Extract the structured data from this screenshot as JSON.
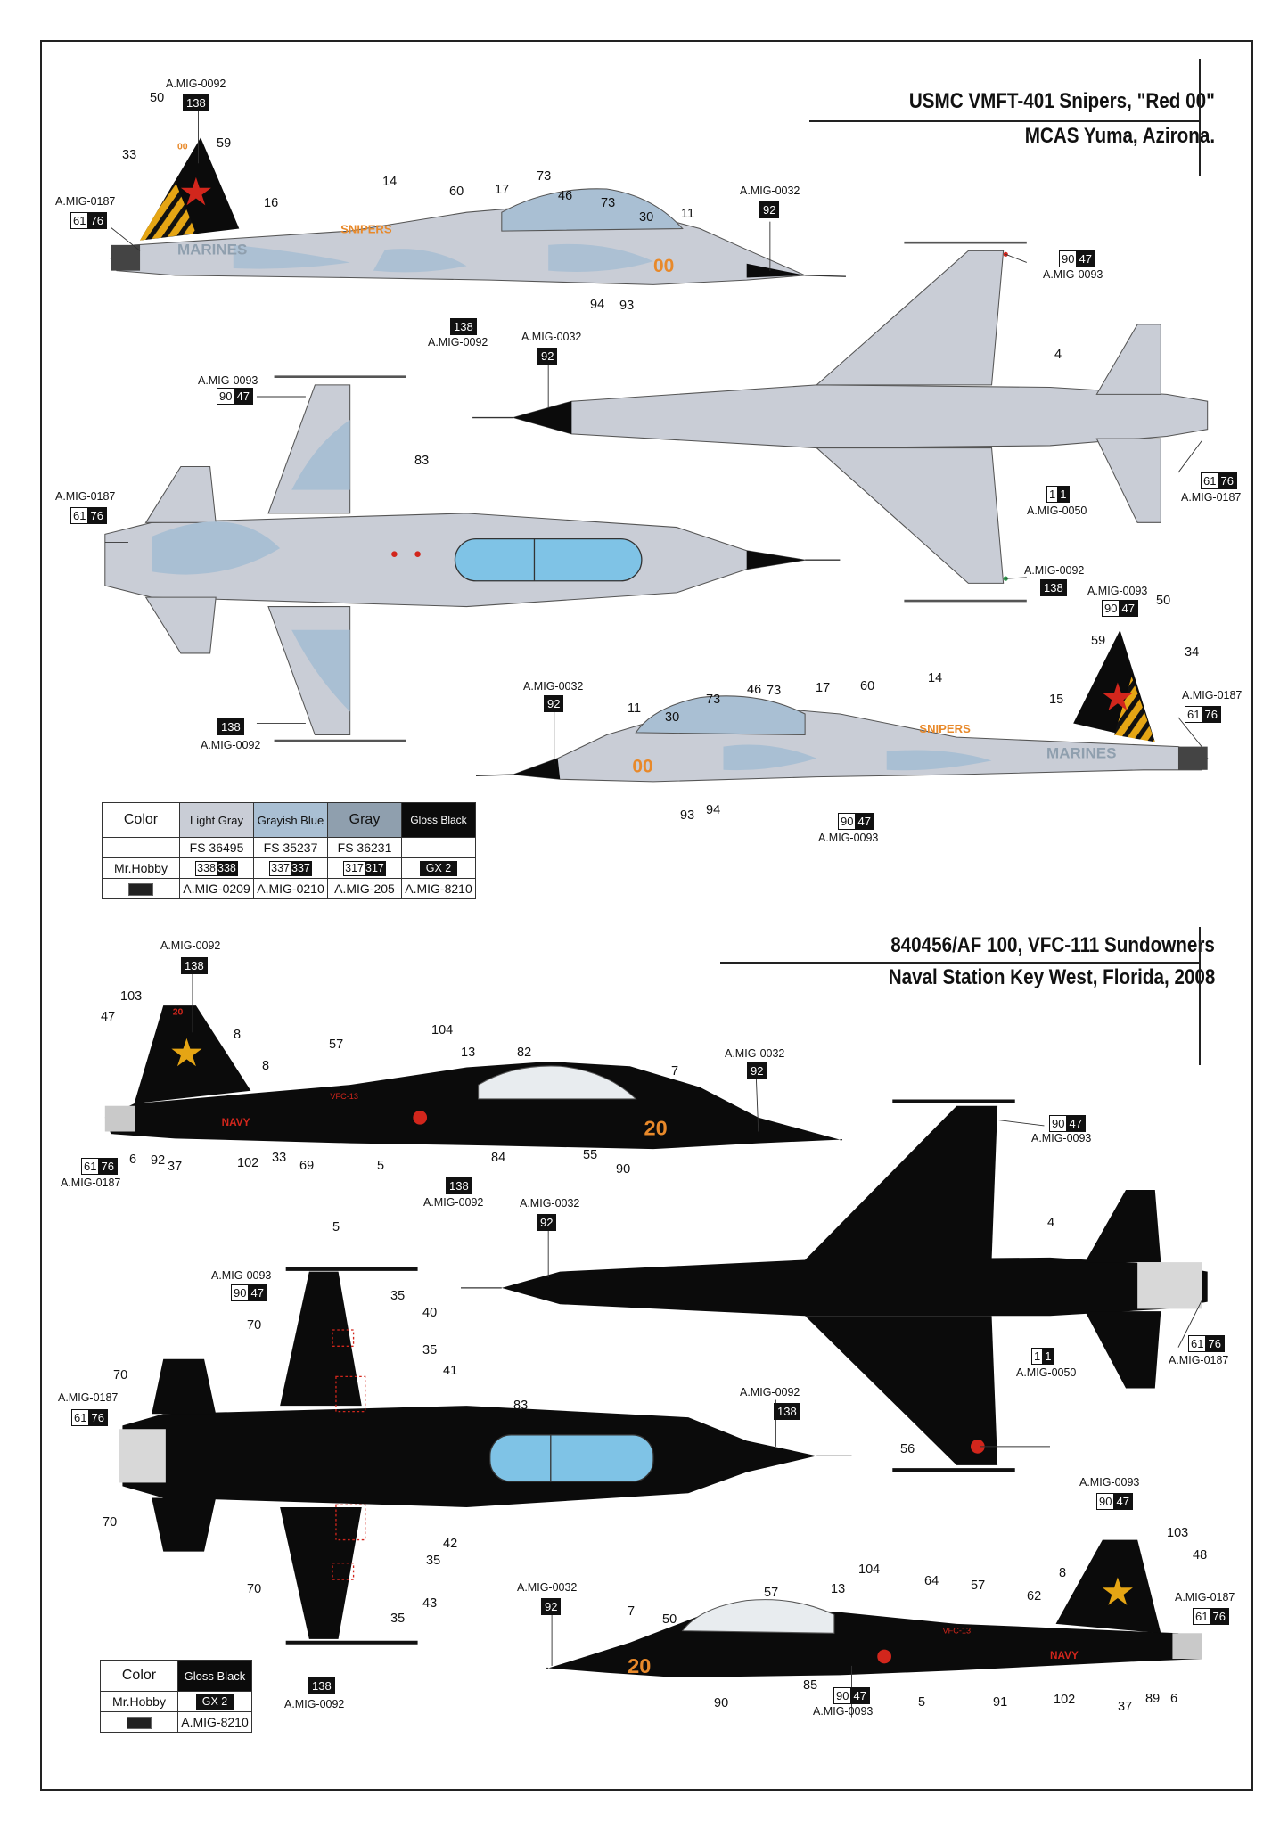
{
  "scheme1": {
    "title_line1": "USMC VMFT-401 Snipers, \"Red 00\"",
    "title_line2": "MCAS Yuma, Azirona.",
    "side_texts": {
      "unit": "SNIPERS",
      "service": "MARINES",
      "modex": "00",
      "tail": "00"
    }
  },
  "scheme2": {
    "title_line1": "840456/AF 100, VFC-111 Sundowners",
    "title_line2": "Naval Station Key West, Florida, 2008",
    "side_texts": {
      "unit": "VFC-13",
      "service": "NAVY",
      "modex": "20",
      "tail": "20"
    }
  },
  "colors": {
    "light_gray": "#c9cdd6",
    "grayish_blue": "#a9bfd3",
    "gray": "#8f9fae",
    "gloss_black": "#0b0b0b",
    "canopy": "#7fc3e6",
    "star_red": "#d2261c",
    "marking_orange": "#e8892a",
    "tiger_yellow": "#e5a514"
  },
  "callouts": [
    {
      "code": "A.MIG-0092",
      "chip": [
        "138"
      ]
    },
    {
      "code": "A.MIG-0187",
      "chip": [
        "61",
        "76"
      ]
    },
    {
      "code": "A.MIG-0032",
      "chip": [
        "92"
      ]
    },
    {
      "code": "A.MIG-0093",
      "chip": [
        "90",
        "47"
      ]
    },
    {
      "code": "A.MIG-0093",
      "chip": [
        "90",
        "47"
      ]
    },
    {
      "code": "A.MIG-0092",
      "chip": [
        "138"
      ]
    },
    {
      "code": "A.MIG-0050",
      "chip": [
        "1",
        "1"
      ]
    },
    {
      "code": "A.MIG-0187",
      "chip": [
        "61",
        "76"
      ]
    },
    {
      "code": "A.MIG-0092",
      "chip": [
        "138"
      ]
    },
    {
      "code": "A.MIG-0032",
      "chip": [
        "92"
      ]
    },
    {
      "code": "A.MIG-0093",
      "chip": [
        "90",
        "47"
      ]
    },
    {
      "code": "A.MIG-0187",
      "chip": [
        "61",
        "76"
      ]
    },
    {
      "code": "A.MIG-0092",
      "chip": [
        "138"
      ]
    },
    {
      "code": "A.MIG-0093",
      "chip": [
        "90",
        "47"
      ]
    },
    {
      "code": "A.MIG-0187",
      "chip": [
        "61",
        "76"
      ]
    },
    {
      "code": "A.MIG-0032",
      "chip": [
        "92"
      ]
    },
    {
      "code": "A.MIG-0093",
      "chip": [
        "90",
        "47"
      ]
    },
    {
      "code": "A.MIG-0092",
      "chip": [
        "138"
      ]
    },
    {
      "code": "A.MIG-0187",
      "chip": [
        "61",
        "76"
      ]
    },
    {
      "code": "A.MIG-0032",
      "chip": [
        "92"
      ]
    },
    {
      "code": "A.MIG-0092",
      "chip": [
        "138"
      ]
    },
    {
      "code": "A.MIG-0093",
      "chip": [
        "90",
        "47"
      ]
    },
    {
      "code": "A.MIG-0050",
      "chip": [
        "1",
        "1"
      ]
    },
    {
      "code": "A.MIG-0187",
      "chip": [
        "61",
        "76"
      ]
    },
    {
      "code": "A.MIG-0093",
      "chip": [
        "90",
        "47"
      ]
    },
    {
      "code": "A.MIG-0187",
      "chip": [
        "61",
        "76"
      ]
    },
    {
      "code": "A.MIG-0032",
      "chip": [
        "92"
      ]
    },
    {
      "code": "A.MIG-0092",
      "chip": [
        "138"
      ]
    },
    {
      "code": "A.MIG-0092",
      "chip": [
        "138"
      ]
    },
    {
      "code": "A.MIG-0093",
      "chip": [
        "90",
        "47"
      ]
    },
    {
      "code": "A.MIG-0187",
      "chip": [
        "61",
        "76"
      ]
    },
    {
      "code": "A.MIG-0032",
      "chip": [
        "92"
      ]
    },
    {
      "code": "A.MIG-0093",
      "chip": [
        "90",
        "47"
      ]
    }
  ],
  "numbers": [
    "50",
    "33",
    "59",
    "14",
    "60",
    "17",
    "73",
    "46",
    "73",
    "30",
    "11",
    "16",
    "94",
    "93",
    "4",
    "83",
    "50",
    "59",
    "34",
    "14",
    "60",
    "17",
    "73",
    "46",
    "73",
    "15",
    "11",
    "30",
    "93",
    "94",
    "103",
    "47",
    "8",
    "8",
    "57",
    "104",
    "13",
    "82",
    "7",
    "6",
    "92",
    "37",
    "102",
    "33",
    "69",
    "5",
    "84",
    "55",
    "90",
    "4",
    "5",
    "35",
    "40",
    "35",
    "41",
    "70",
    "70",
    "70",
    "83",
    "42",
    "35",
    "43",
    "35",
    "70",
    "56",
    "103",
    "48",
    "8",
    "104",
    "64",
    "57",
    "13",
    "62",
    "57",
    "7",
    "50",
    "85",
    "90",
    "5",
    "91",
    "102",
    "37",
    "89",
    "6"
  ],
  "table1": {
    "header": [
      "Color",
      "Light Gray",
      "Grayish Blue",
      "Gray",
      "Gloss Black"
    ],
    "fs_row": [
      "",
      "FS 36495",
      "FS 35237",
      "FS 36231",
      ""
    ],
    "hobby_label": "Mr.Hobby",
    "hobby": [
      [
        "338",
        "338"
      ],
      [
        "337",
        "337"
      ],
      [
        "317",
        "317"
      ],
      [
        "GX 2"
      ]
    ],
    "ammo_label_icon": "ammo-logo",
    "ammo": [
      "A.MIG-0209",
      "A.MIG-0210",
      "A.MIG-205",
      "A.MIG-8210"
    ]
  },
  "table2": {
    "header": [
      "Color",
      "Gloss Black"
    ],
    "hobby_label": "Mr.Hobby",
    "hobby": [
      "GX 2"
    ],
    "ammo": [
      "A.MIG-8210"
    ]
  }
}
